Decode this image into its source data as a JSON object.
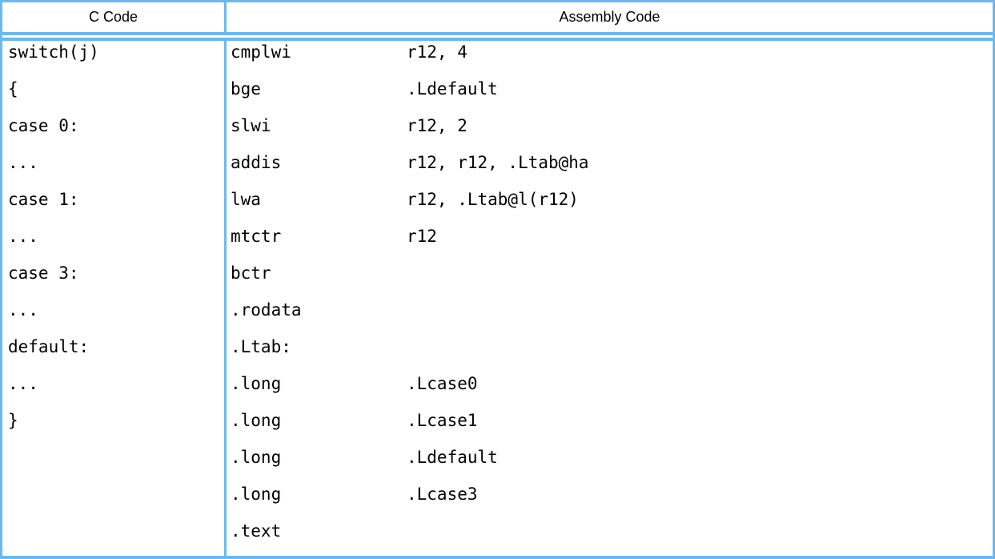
{
  "accent_color": "#6cb8f0",
  "text_color": "#000000",
  "table": {
    "headers": [
      {
        "label": "C Code"
      },
      {
        "label": "Assembly Code"
      }
    ],
    "c_code_lines": [
      "switch(j)",
      "{",
      "case 0:",
      "...",
      "case 1:",
      "...",
      "case 3:",
      "...",
      "default:",
      "...",
      "}"
    ],
    "assembly_lines": [
      {
        "mnemonic": "cmplwi",
        "operands": "r12, 4"
      },
      {
        "mnemonic": "bge",
        "operands": ".Ldefault"
      },
      {
        "mnemonic": "slwi",
        "operands": "r12, 2"
      },
      {
        "mnemonic": "addis",
        "operands": "r12, r12, .Ltab@ha"
      },
      {
        "mnemonic": "lwa",
        "operands": "r12, .Ltab@l(r12)"
      },
      {
        "mnemonic": "mtctr",
        "operands": "r12"
      },
      {
        "mnemonic": "bctr",
        "operands": ""
      },
      {
        "mnemonic": ".rodata",
        "operands": ""
      },
      {
        "mnemonic": ".Ltab:",
        "operands": ""
      },
      {
        "mnemonic": ".long",
        "operands": ".Lcase0"
      },
      {
        "mnemonic": ".long",
        "operands": ".Lcase1"
      },
      {
        "mnemonic": ".long",
        "operands": ".Ldefault"
      },
      {
        "mnemonic": ".long",
        "operands": ".Lcase3"
      },
      {
        "mnemonic": ".text",
        "operands": ""
      }
    ]
  }
}
